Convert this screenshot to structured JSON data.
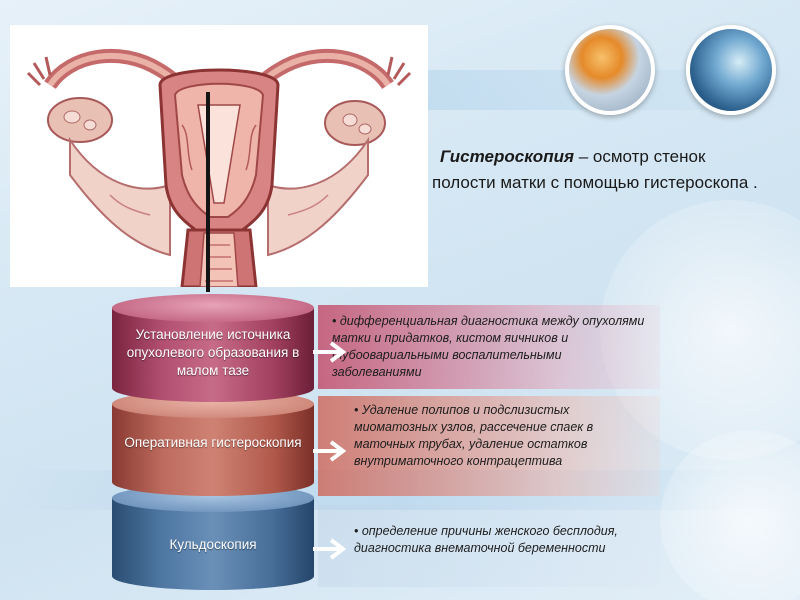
{
  "definition": {
    "term": "Гистероскопия",
    "text": " – осмотр стенок полости матки с помощью гистероскопа ."
  },
  "stack": [
    {
      "label": "Установление источника опухолевого образования в малом тазе",
      "description": "• дифференциальная диагностика между опухолями матки и придатков, кистом яичников и тубоовариальными воспалительными заболеваниями"
    },
    {
      "label": "Оперативная гистероскопия",
      "description": "• Удаление полипов и подслизистых миоматозных узлов, рассечение спаек в маточных трубах, удаление остатков внутриматочного контрацептива"
    },
    {
      "label": "Кульдоскопия",
      "description": "• определение причины женского бесплодия, диагностика внематочной беременности"
    }
  ],
  "colors": {
    "tier_1": "#b24f70",
    "tier_2": "#cf8273",
    "tier_3": "#4e77a2",
    "connector": "#141414"
  },
  "images": {
    "anatomy": "uterus-anatomy-illustration",
    "photo_1": "pills-photo",
    "photo_2": "surgeon-photo"
  }
}
